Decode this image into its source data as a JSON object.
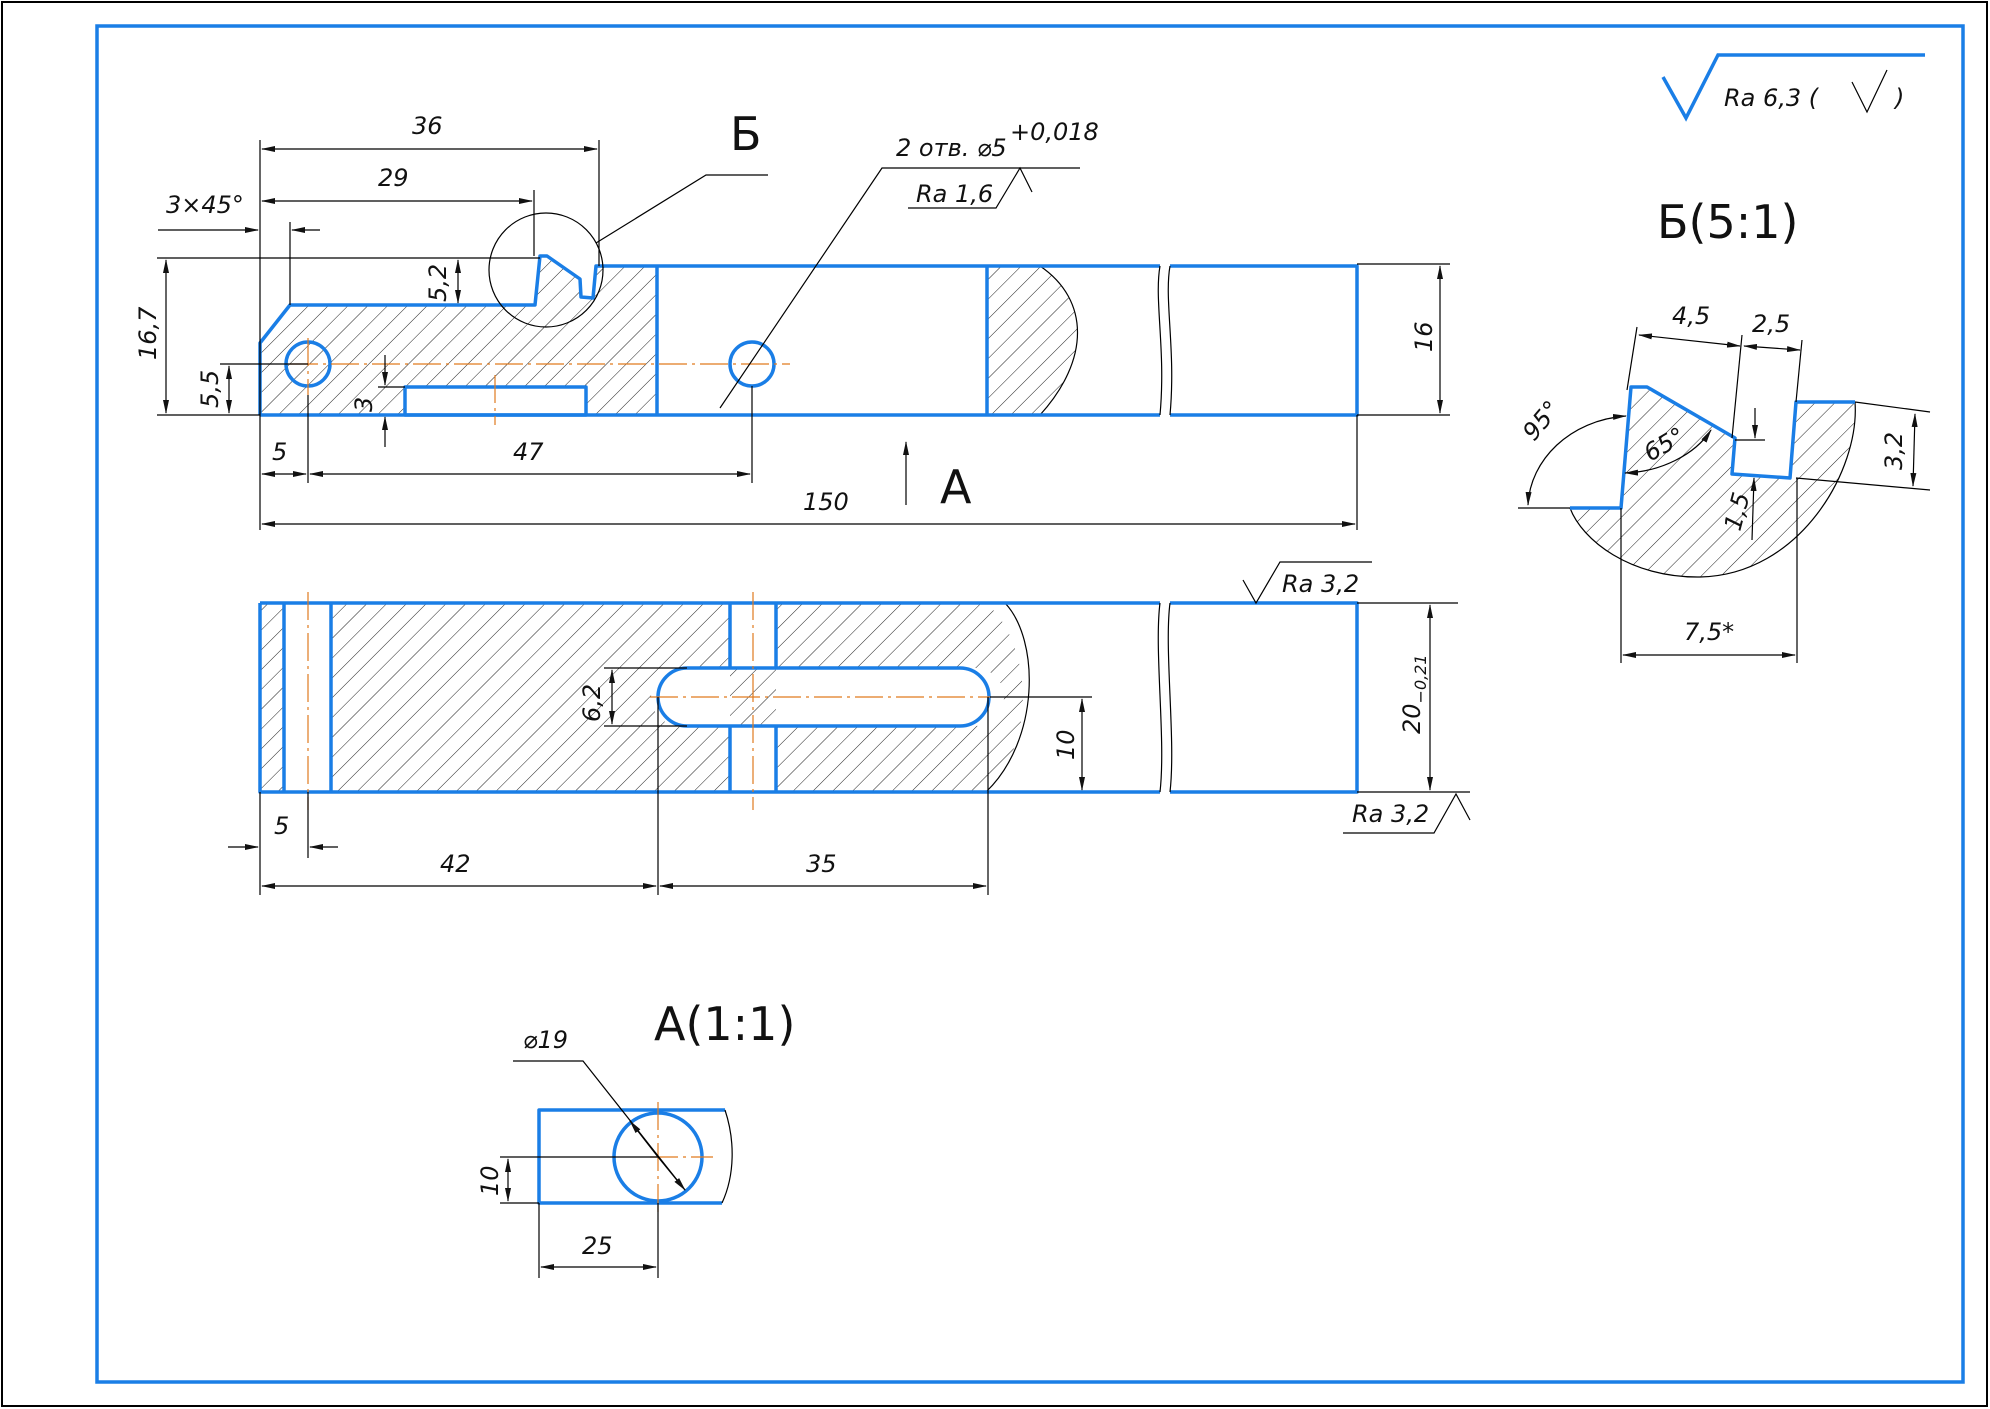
{
  "drawing": {
    "general_roughness": "Ra 6,3 (",
    "general_roughness_suffix": ")",
    "colors": {
      "contour": "#1a7ee6",
      "axis": "#e07a1f",
      "thin": "#000000"
    },
    "top_view": {
      "chamfer": "3×45°",
      "dims": {
        "d36": "36",
        "d29": "29",
        "d16_7": "16,7",
        "d5_2": "5,2",
        "d5_5": "5,5",
        "d3": "3",
        "d5": "5",
        "d47": "47",
        "d150": "150",
        "d16": "16"
      },
      "detail_callout": "Б",
      "hole_note": "2 отв. ⌀5",
      "hole_tolerance": "+0,018",
      "hole_roughness": "Ra 1,6",
      "view_arrow_label": "А"
    },
    "bottom_view": {
      "dims": {
        "d6_2": "6,2",
        "d10": "10",
        "d5": "5",
        "d42": "42",
        "d35": "35",
        "d20": "20",
        "d20_tol": "−0,21"
      },
      "roughness_top": "Ra 3,2",
      "roughness_bottom": "Ra 3,2"
    },
    "view_a": {
      "title": "А(1:1)",
      "dims": {
        "d19": "⌀19",
        "d10": "10",
        "d25": "25"
      }
    },
    "detail_b": {
      "title": "Б(5:1)",
      "dims": {
        "d4_5": "4,5",
        "d2_5": "2,5",
        "a95": "95°",
        "a65": "65°",
        "d3_2": "3,2",
        "d1_5": "1,5",
        "d7_5": "7,5*"
      }
    }
  }
}
